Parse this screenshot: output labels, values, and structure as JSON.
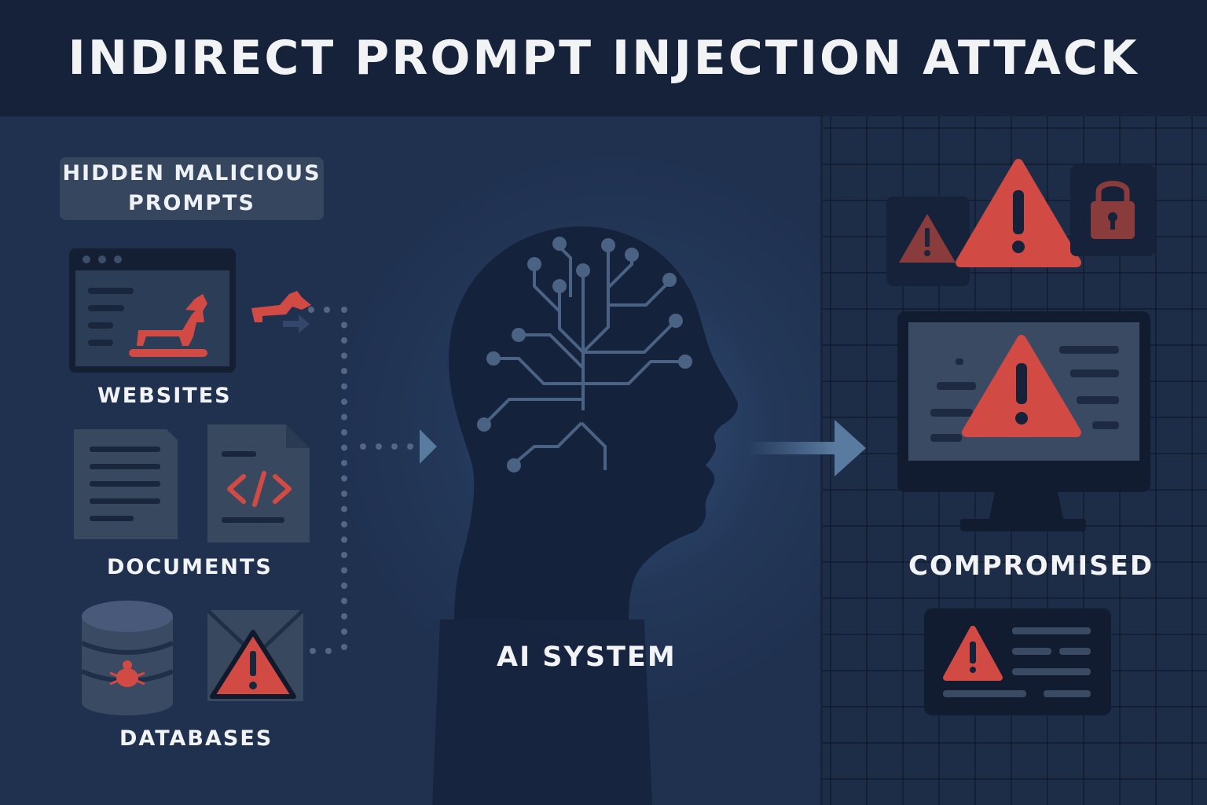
{
  "title": "INDIRECT PROMPT INJECTION ATTACK",
  "sources_tag": "HIDDEN MALICIOUS\nPROMPTS",
  "sources": {
    "websites": "WEBSITES",
    "documents": "DOCUMENTS",
    "databases": "DATABASES"
  },
  "center_label": "AI SYSTEM",
  "result_label": "COMPROMISED",
  "icons": {
    "browser": "browser-window-icon",
    "trojan": "trojan-horse-icon",
    "document": "document-icon",
    "code_file": "code-file-icon",
    "database": "database-icon",
    "bug": "bug-icon",
    "envelope": "envelope-icon",
    "warning": "warning-triangle-icon",
    "lock": "padlock-icon",
    "head": "human-head-icon",
    "circuit": "circuit-brain-icon",
    "monitor": "monitor-icon",
    "alert_card": "alert-card-icon"
  },
  "colors": {
    "background": "#203150",
    "header": "#15223a",
    "panel": "#36465f",
    "danger": "#d24a44",
    "text": "#f2f3f5"
  }
}
